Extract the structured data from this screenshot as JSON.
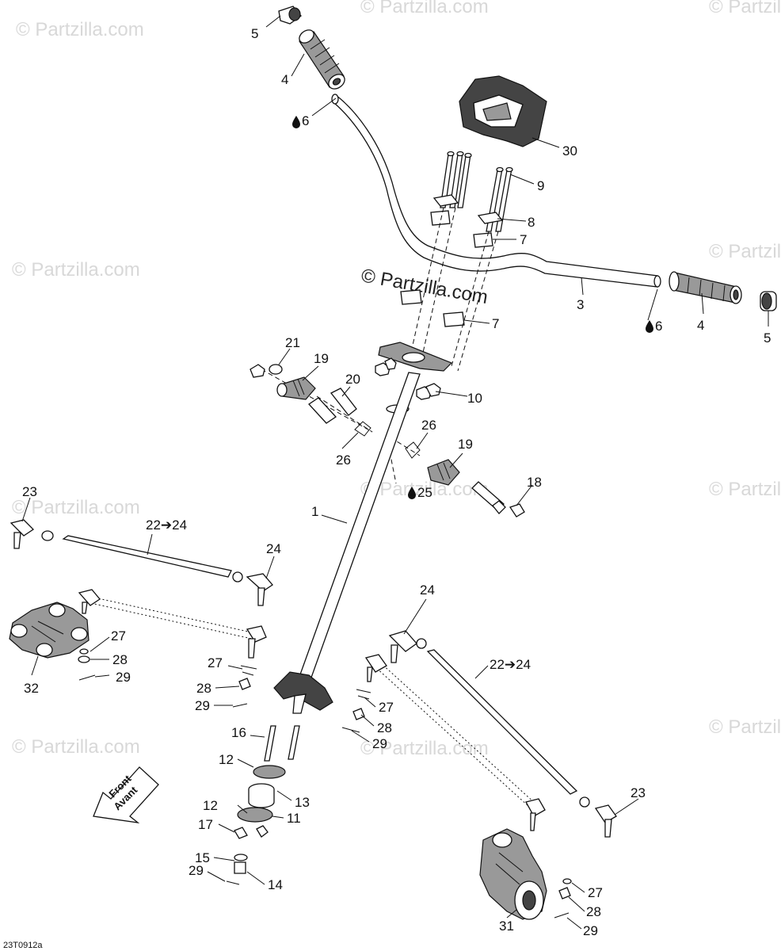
{
  "watermarks": {
    "small": "© Partzilla.com",
    "center": "© Partzilla.com"
  },
  "drawing_code": "23T0912a",
  "front_arrow": {
    "line1": "Front",
    "line2": "Avant"
  },
  "labels": {
    "l5a": "5",
    "l4a": "4",
    "l6a": "6",
    "l30": "30",
    "l9": "9",
    "l8": "8",
    "l7a": "7",
    "l3": "3",
    "l4b": "4",
    "l6b": "6",
    "l5b": "5",
    "l7b": "7",
    "l21": "21",
    "l19a": "19",
    "l20": "20",
    "l10": "10",
    "l26a": "26",
    "l26b": "26",
    "l19b": "19",
    "l18": "18",
    "l25": "25",
    "l1": "1",
    "l23a": "23",
    "l2224a": "22➔24",
    "l24a": "24",
    "l27a": "27",
    "l28a": "28",
    "l29a": "29",
    "l32": "32",
    "l27b": "27",
    "l28b": "28",
    "l29b": "29",
    "l24b": "24",
    "l2224b": "22➔24",
    "l27c": "27",
    "l28c": "28",
    "l29c": "29",
    "l16": "16",
    "l12a": "12",
    "l13": "13",
    "l12b": "12",
    "l11": "11",
    "l17": "17",
    "l15": "15",
    "l14": "14",
    "l29d": "29",
    "l23b": "23",
    "l27d": "27",
    "l28d": "28",
    "l29e": "29",
    "l31": "31"
  }
}
